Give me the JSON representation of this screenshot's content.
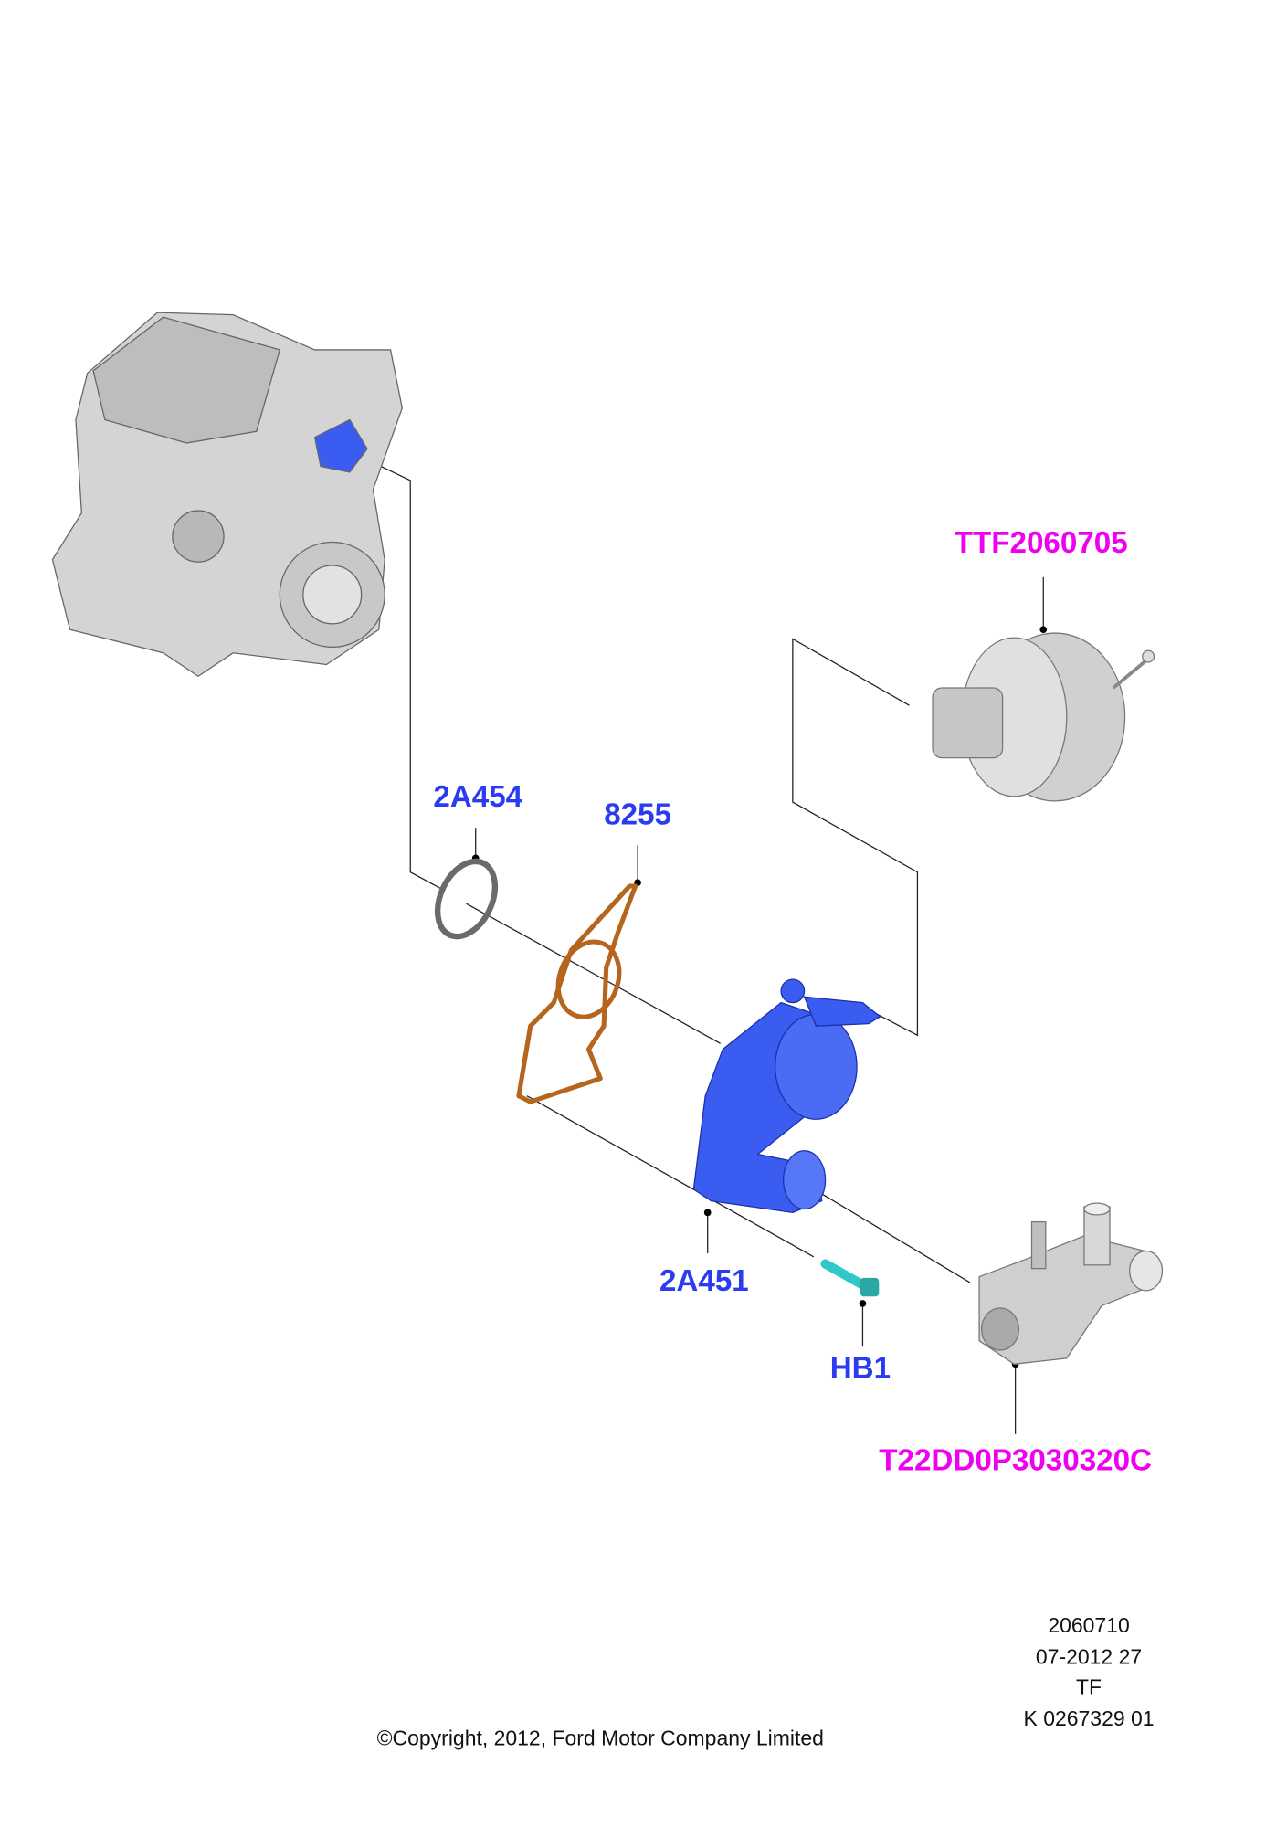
{
  "callouts": {
    "booster": "TTF2060705",
    "seal_ring": "2A454",
    "gasket": "8255",
    "vacuum_pump": "2A451",
    "bolt": "HB1",
    "thermostat_housing": "T22DD0P3030320C"
  },
  "info": {
    "line1": "2060710",
    "line2": "07-2012 27",
    "line3": "TF",
    "line4": "K 0267329 01"
  },
  "copyright": "©Copyright, 2012, Ford Motor Company Limited",
  "colors": {
    "part_number": "#2b3cf0",
    "reference": "#f000f0",
    "gasket": "#b5651d",
    "pump": "#3a5cf0",
    "bolt": "#30c8c8"
  }
}
